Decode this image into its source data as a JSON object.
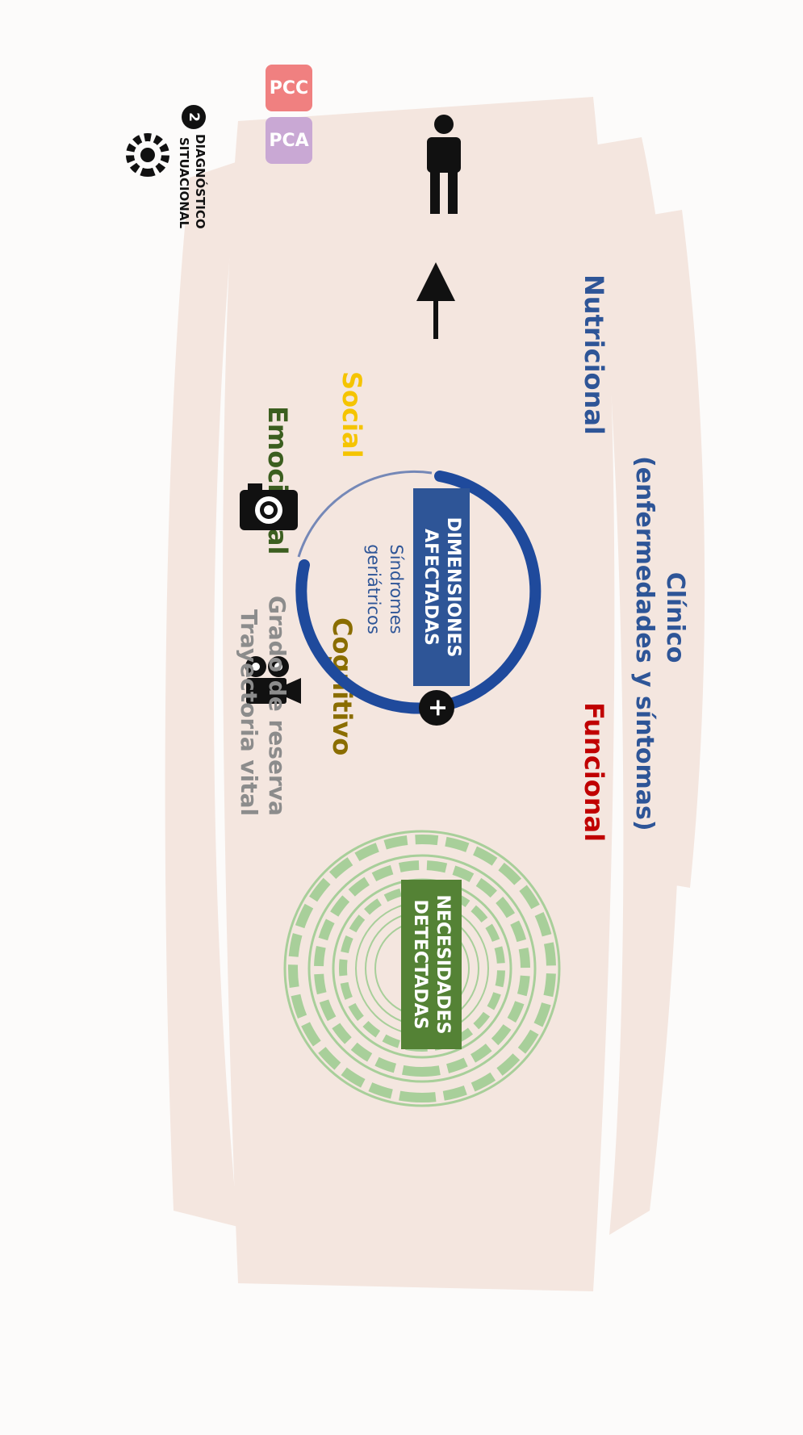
{
  "header": {
    "step_number": "2",
    "title_line1": "DIAGNÓSTICO",
    "title_line2": "SITUACIONAL"
  },
  "badges": {
    "pcc": "PCC",
    "pca": "PCA",
    "pcc_color": "#f08080",
    "pca_color": "#c9a8d4"
  },
  "dimensions": {
    "clinico_line1": "Clínico",
    "clinico_line2": "(enfermedades y síntomas)",
    "funcional": "Funcional",
    "nutricional": "Nutricional",
    "social": "Social",
    "emocional": "Emocional",
    "cognitivo": "Cognitivo"
  },
  "center": {
    "box_line1": "DIMENSIONES",
    "box_line2": "AFECTADAS",
    "sub_line1": "Síndromes",
    "sub_line2": "geriátricos"
  },
  "right": {
    "box_line1": "NECESIDADES",
    "box_line2": "DETECTADAS",
    "plus": "+",
    "reserva": "Grado de reserva",
    "trayectoria": "Trayectoria vital"
  },
  "colors": {
    "blue": "#2e5597",
    "red": "#c00000",
    "gold": "#f5c400",
    "green_dark": "#3b5e1f",
    "olive": "#8a6d00",
    "grey": "#8c8c8c",
    "green": "#548235",
    "ring_blue": "#1f4a9c",
    "brush": "#f4e6df"
  },
  "icons": [
    "person-icon",
    "arrow-icon",
    "camera-icon",
    "video-camera-icon",
    "plus-icon",
    "target-icon",
    "gear-person-icon"
  ]
}
